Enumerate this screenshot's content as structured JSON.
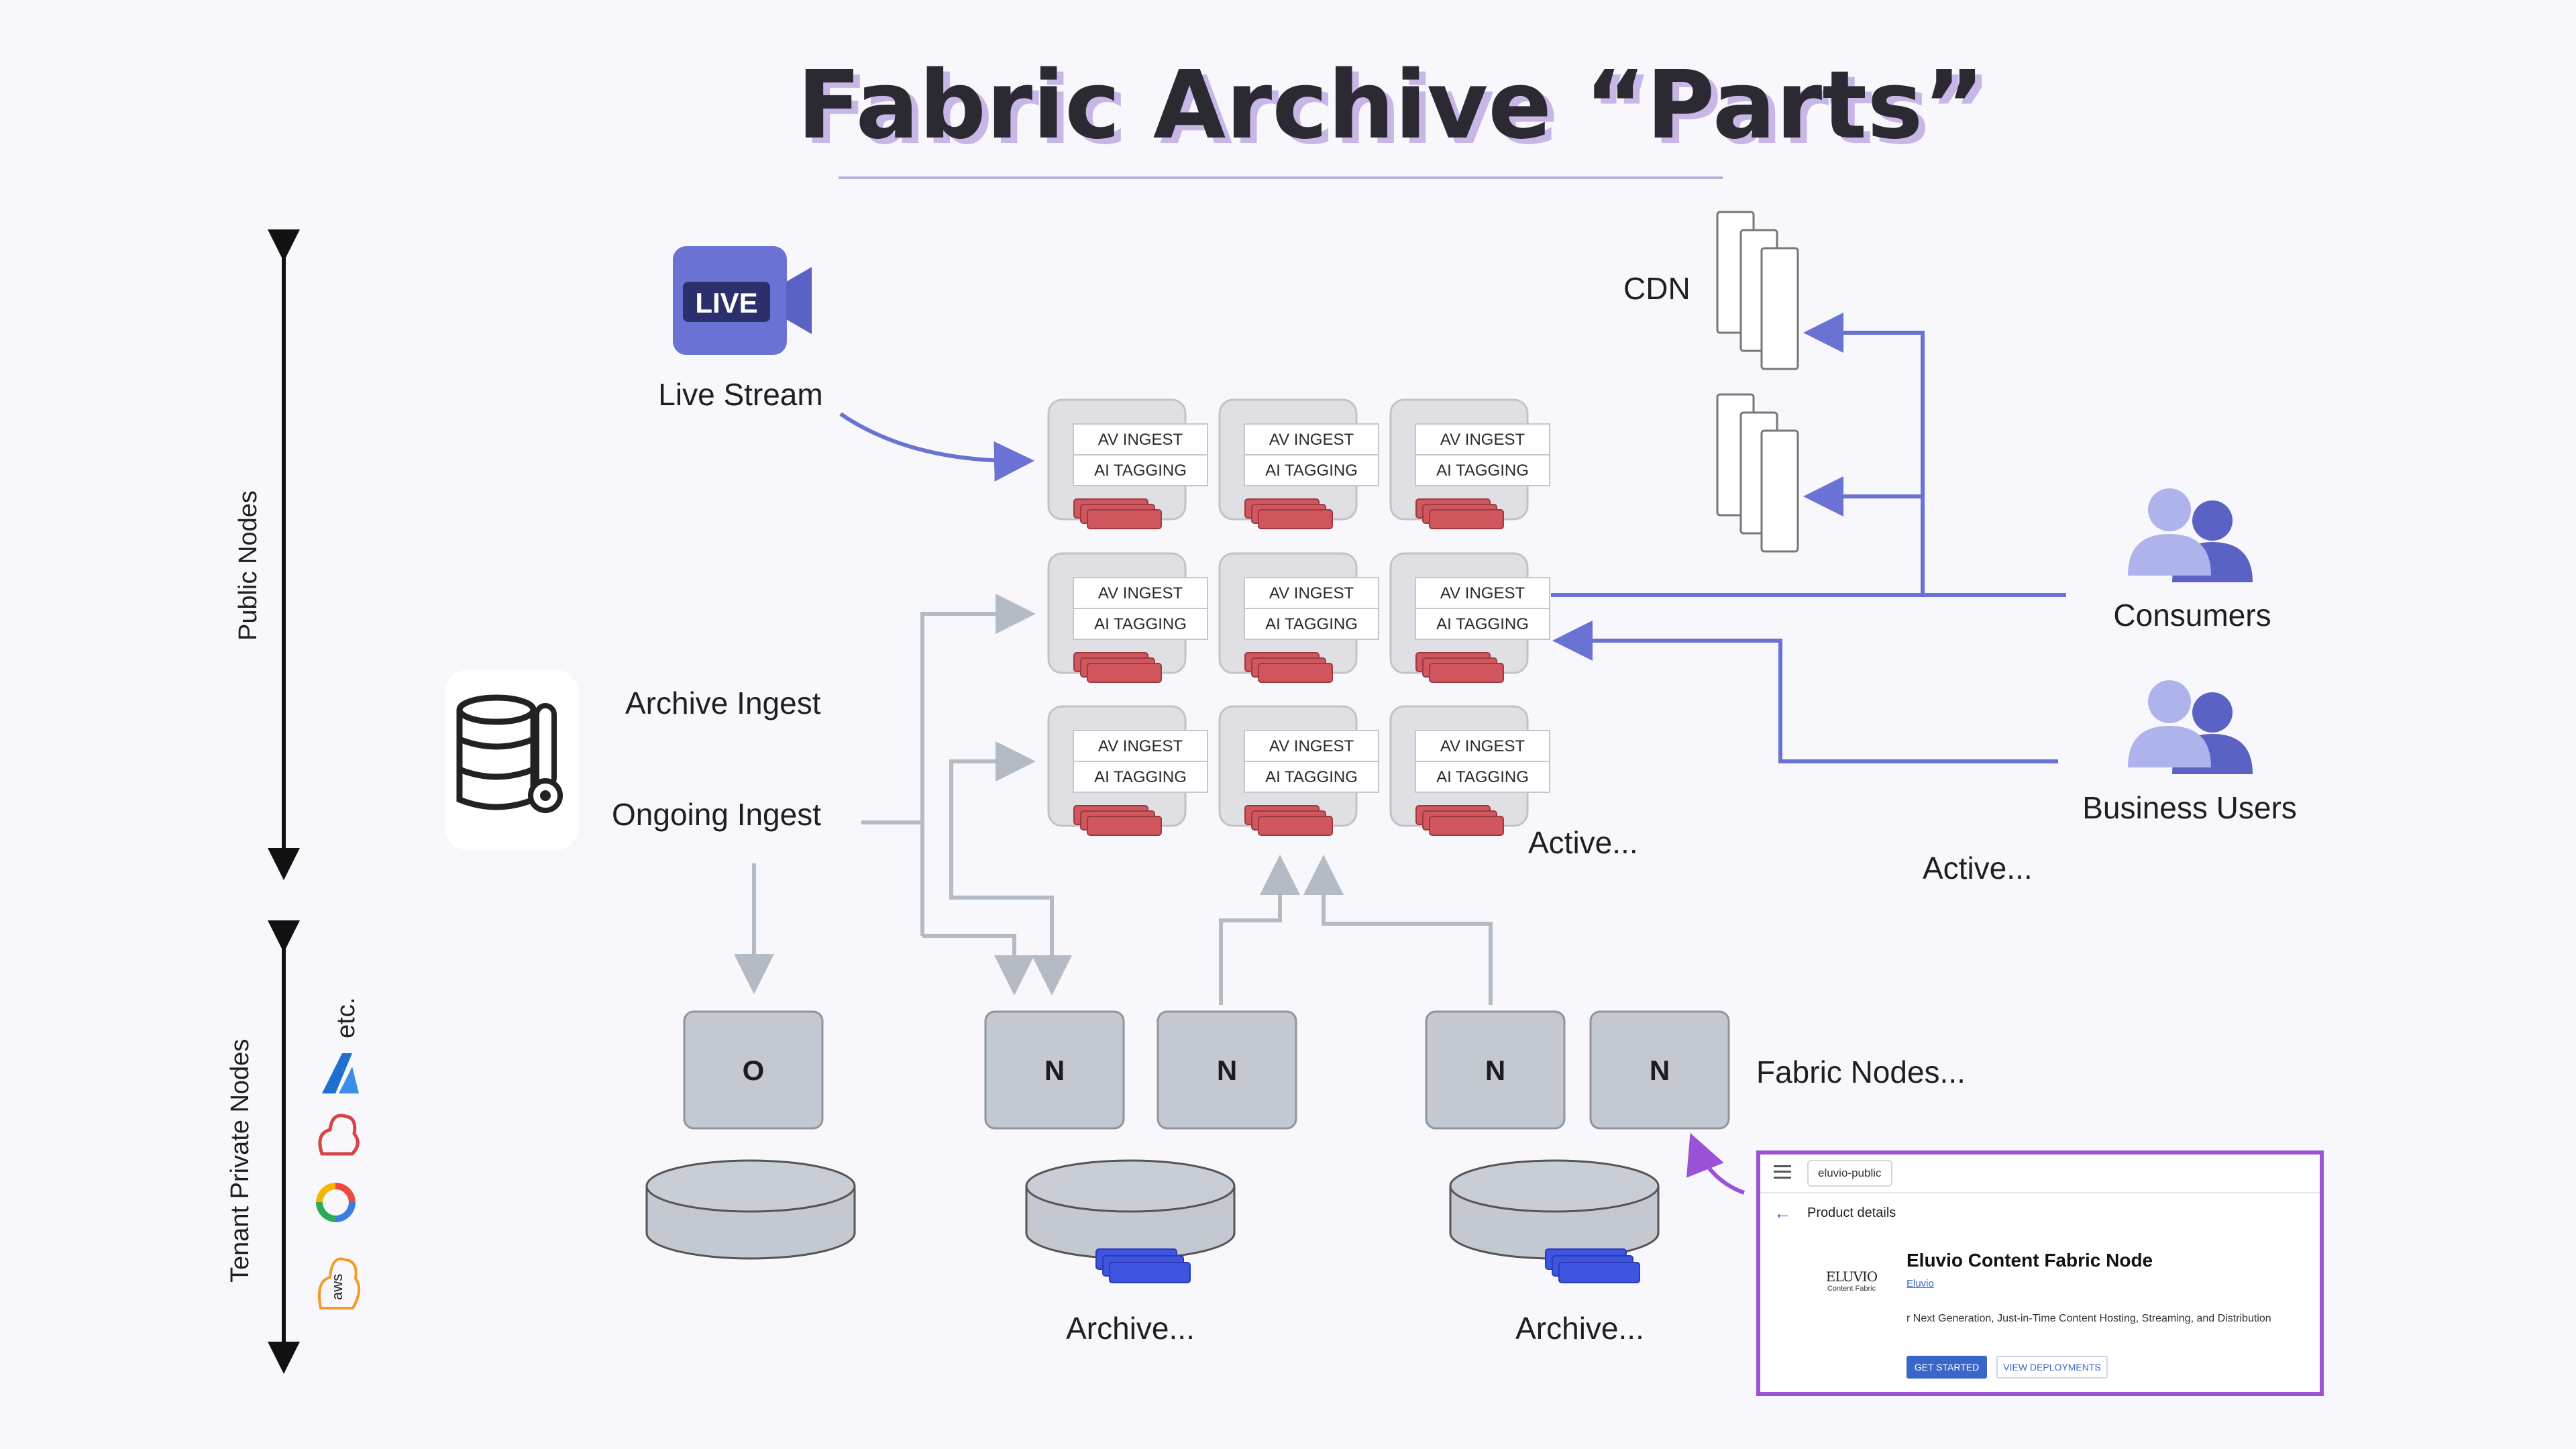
{
  "title": "Fabric Archive “Parts”",
  "live_badge": "LIVE",
  "live_stream_label": "Live Stream",
  "cdn_label": "CDN",
  "archive_ingest_label": "Archive Ingest",
  "ongoing_ingest_label": "Ongoing Ingest",
  "av_ingest": "AV INGEST",
  "ai_tagging": "AI TAGGING",
  "active_label_1": "Active...",
  "active_label_2": "Active...",
  "consumers_label": "Consumers",
  "business_users_label": "Business Users",
  "public_nodes_label": "Public Nodes",
  "tenant_private_nodes_label": "Tenant Private Nodes",
  "etc_label": "etc.",
  "aws_label": "aws",
  "node_o": "O",
  "node_n": "N",
  "fabric_nodes_label": "Fabric Nodes...",
  "archive_label_1": "Archive...",
  "archive_label_2": "Archive...",
  "colors": {
    "accent": "#6a72d4",
    "brick": "#d0575e",
    "node_fill": "#c4c9d1",
    "blue_stack": "#3f55e0",
    "card_border": "#9a53d6"
  },
  "card": {
    "project": "eluvio-public",
    "breadcrumb": "Product details",
    "product_name": "Eluvio Content Fabric Node",
    "vendor": "Eluvio",
    "logo_text": "ELUVIO",
    "logo_sub": "Content Fabric",
    "description": "r Next Generation, Just-in-Time Content Hosting, Streaming, and Distribution",
    "get_started": "GET STARTED",
    "view_deployments": "VIEW DEPLOYMENTS"
  }
}
